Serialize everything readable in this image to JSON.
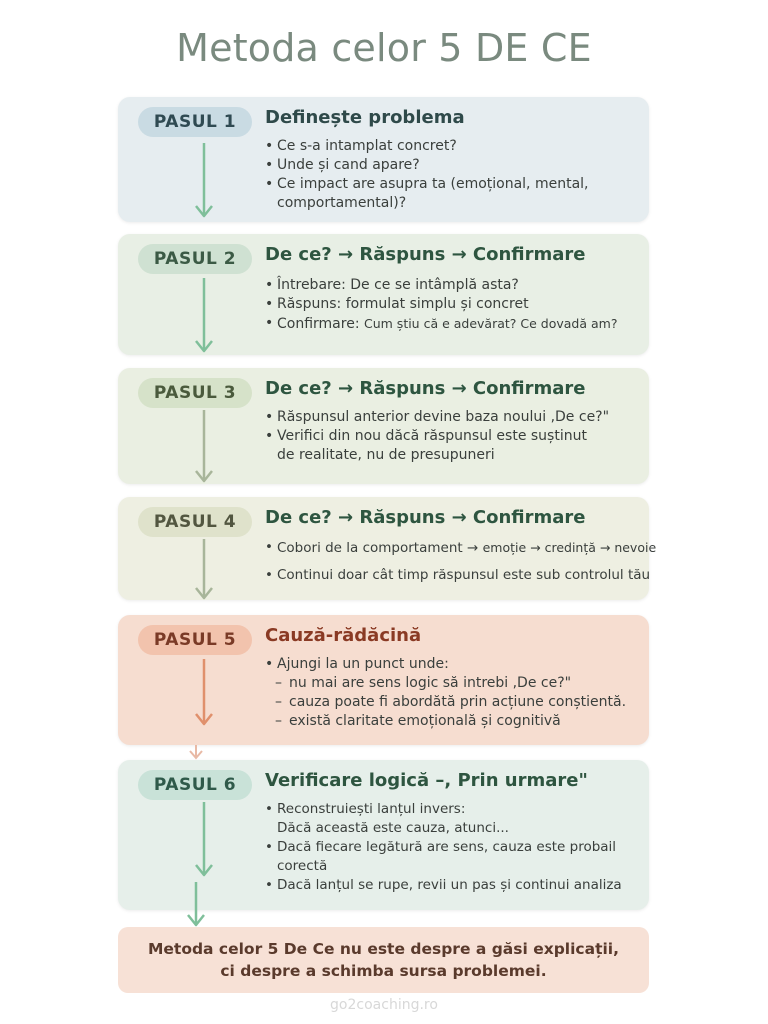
{
  "title": "Metoda celor 5 DE CE",
  "steps": [
    {
      "badge": "PASUL 1",
      "title": "Definește problema",
      "bullets": [
        "Ce s-a intamplat concret?",
        "Unde și cand apare?",
        "Ce impact are asupra ta (emoțional, mental,"
      ],
      "continuation": "comportamental)?"
    },
    {
      "badge": "PASUL 2",
      "title": "De ce? → Răspuns → Confirmare",
      "bullets": [
        "Întrebare: De ce se intâmplă asta?",
        "Răspuns: formulat simplu și concret"
      ],
      "confirm_label": "Confirmare: ",
      "confirm_text": "Cum știu că e adevărat? Ce dovadă am?"
    },
    {
      "badge": "PASUL 3",
      "title": "De ce? → Răspuns → Confirmare",
      "bullets": [
        "Răspunsul anterior devine baza noului ,De ce?\"",
        "Verifici din nou dăcă răspunsul este suștinut"
      ],
      "continuation": "de realitate, nu de presupuneri"
    },
    {
      "badge": "PASUL 4",
      "title": "De ce? → Răspuns → Confirmare",
      "bullet1_start": "Cobori de la comportament → ",
      "bullet1_end": "emoție → credință → nevoie",
      "bullet2": "Continui doar cât timp răspunsul este sub controlul tău"
    },
    {
      "badge": "PASUL 5",
      "title": "Cauză-rădăcină",
      "bullet": "Ajungi la un punct unde:",
      "dashes": [
        "nu mai are sens logic să intrebi ,De ce?\"",
        "cauza poate fi abordătă prin acțiune conștientă.",
        "există claritate emoțională și cognitivă"
      ]
    },
    {
      "badge": "PASUL 6",
      "title": "Verificare logică –, Prin urmare\"",
      "bullet1": "Reconstruiești lanțul invers:",
      "bullet1_sub": "Dăcă această este cauza, atunci...",
      "bullet2": "Dacă fiecare legătură are sens, cauza este probail",
      "bullet2_sub": "corectă",
      "bullet3": "Dacă lanțul se rupe, revii un pas și continui analiza"
    }
  ],
  "conclusion": {
    "line1": "Metoda celor 5 De Ce nu este despre a găsi explicații,",
    "line2": "ci despre a schimba sursa problemei."
  },
  "footer": "go2coaching.ro",
  "colors": {
    "arrow_green": "#7fbf9a",
    "arrow_gray": "#a8b59a",
    "arrow_orange": "#e0906c",
    "title": "#7a8a7f"
  }
}
